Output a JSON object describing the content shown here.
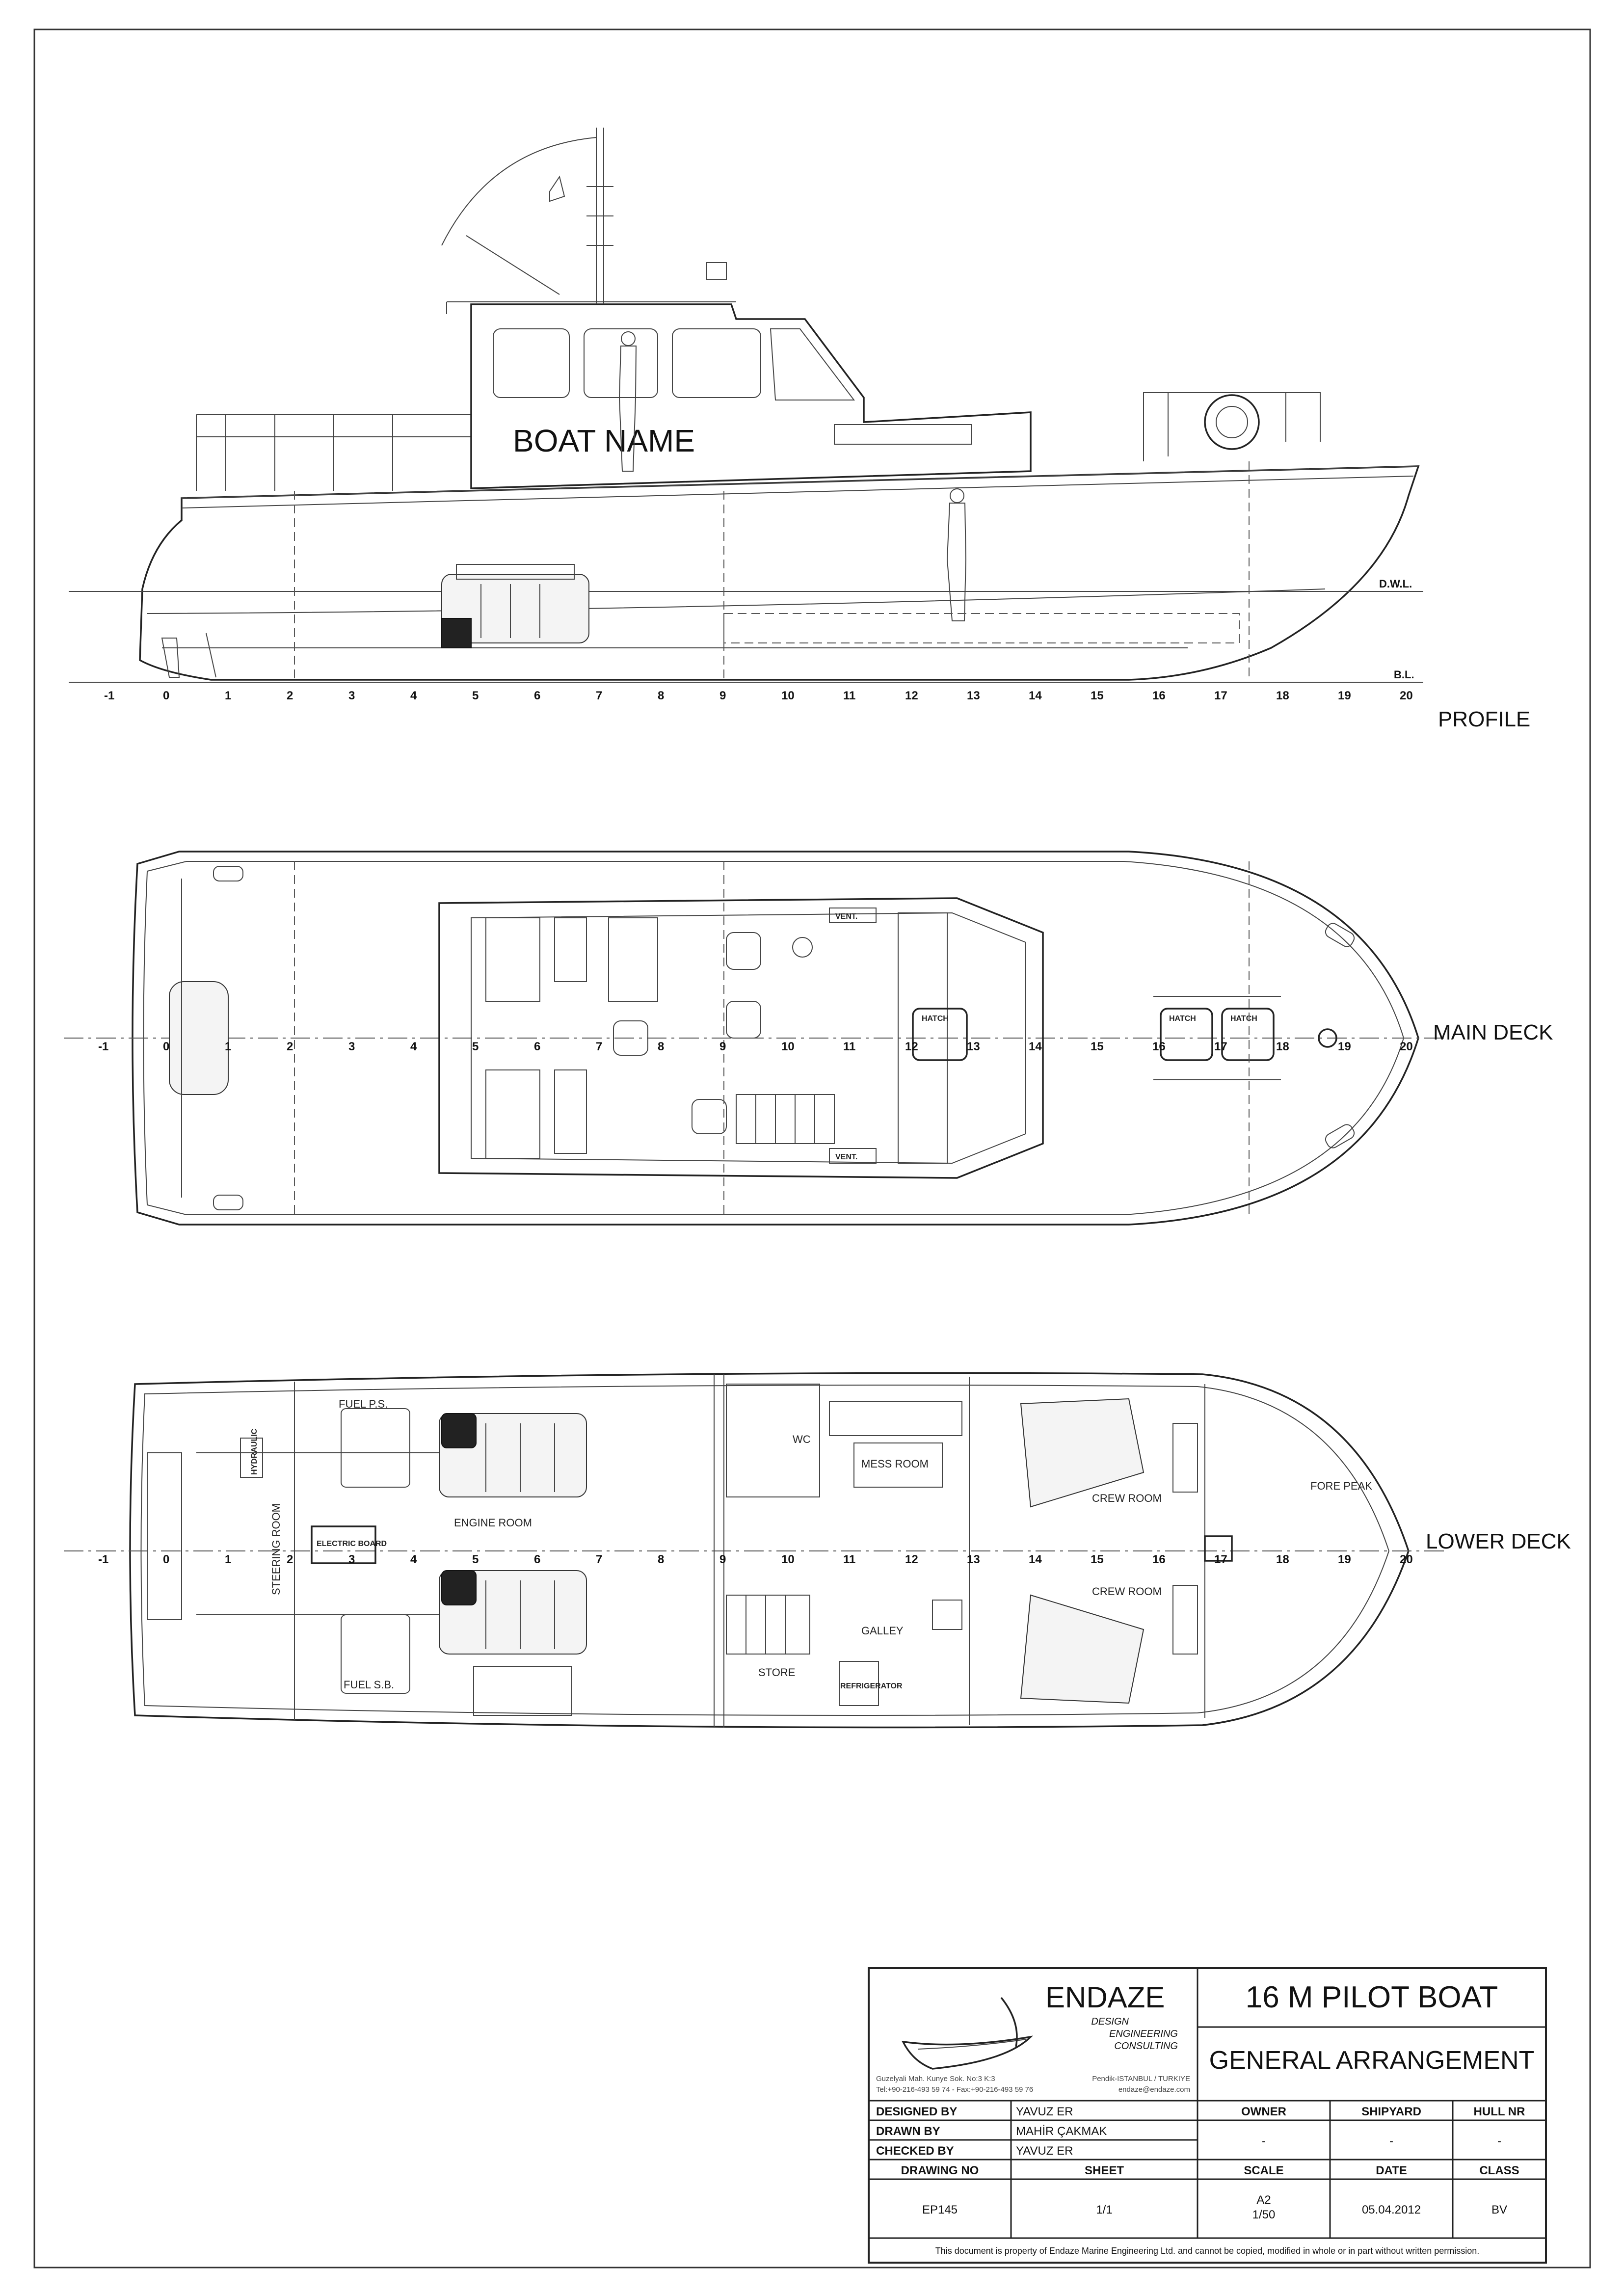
{
  "views": {
    "profile": {
      "title": "PROFILE",
      "boat_name": "BOAT NAME",
      "dwl": "D.W.L.",
      "bl": "B.L."
    },
    "main_deck": {
      "title": "MAIN DECK",
      "vent": "VENT.",
      "hatch": "HATCH"
    },
    "lower_deck": {
      "title": "LOWER DECK",
      "rooms": {
        "fuel_ps": "FUEL P.S.",
        "fuel_sb": "FUEL S.B.",
        "engine_room": "ENGINE ROOM",
        "steering_room": "STEERING ROOM",
        "electric_board": "ELECTRIC BOARD",
        "hydraulic": "HYDRAULIC",
        "wc": "WC",
        "mess_room": "MESS ROOM",
        "galley": "GALLEY",
        "store": "STORE",
        "refrigerator": "REFRIGERATOR",
        "crew_room": "CREW ROOM",
        "fore_peak": "FORE PEAK"
      }
    }
  },
  "frames": [
    "-1",
    "0",
    "1",
    "2",
    "3",
    "4",
    "5",
    "6",
    "7",
    "8",
    "9",
    "10",
    "11",
    "12",
    "13",
    "14",
    "15",
    "16",
    "17",
    "18",
    "19",
    "20"
  ],
  "title_block": {
    "company": "ENDAZE",
    "tagline": [
      "DESIGN",
      "ENGINEERING",
      "CONSULTING"
    ],
    "address1": "Guzelyali Mah. Kunye Sok. No:3 K:3",
    "address2": "Tel:+90-216-493 59 74 - Fax:+90-216-493 59 76",
    "address3": "Pendik-ISTANBUL / TURKIYE",
    "address4": "endaze@endaze.com",
    "project": "16 M PILOT BOAT",
    "drawing_title": "GENERAL ARRANGEMENT",
    "designed_by_label": "DESIGNED BY",
    "designed_by": "YAVUZ ER",
    "drawn_by_label": "DRAWN BY",
    "drawn_by": "MAHİR ÇAKMAK",
    "checked_by_label": "CHECKED BY",
    "checked_by": "YAVUZ ER",
    "owner_label": "OWNER",
    "owner": "-",
    "shipyard_label": "SHIPYARD",
    "shipyard": "-",
    "hull_label": "HULL NR",
    "hull": "-",
    "drawing_no_label": "DRAWING NO",
    "drawing_no": "EP145",
    "sheet_label": "SHEET",
    "sheet": "1/1",
    "scale_label": "SCALE",
    "scale_paper": "A2",
    "scale": "1/50",
    "date_label": "DATE",
    "date": "05.04.2012",
    "class_label": "CLASS",
    "class": "BV",
    "disclaimer": "This document is property of  Endaze Marine Engineering Ltd. and cannot be copied, modified in whole or in part without written permission."
  }
}
